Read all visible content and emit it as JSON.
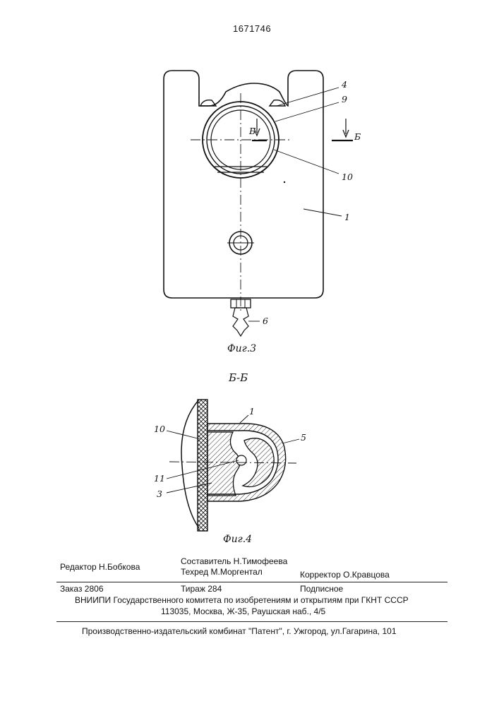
{
  "patent_number": "1671746",
  "figure3": {
    "caption": "Фиг.3",
    "labels": {
      "l4": "4",
      "l9": "9",
      "l10": "10",
      "l1": "1",
      "l6": "6",
      "section_mark": "Б"
    }
  },
  "figure4": {
    "section_title": "Б-Б",
    "caption": "Фиг.4",
    "labels": {
      "l1": "1",
      "l5": "5",
      "l10": "10",
      "l11": "11",
      "l3": "3"
    }
  },
  "footer": {
    "editor": "Редактор  Н.Бобкова",
    "compiler": "Составитель Н.Тимофеева",
    "techred": "Техред М.Моргентал",
    "corrector": "Корректор  О.Кравцова",
    "order": "Заказ  2806",
    "circulation": "Тираж  284",
    "subscription": "Подписное",
    "institute_line1": "ВНИИПИ Государственного комитета по изобретениям и открытиям при ГКНТ СССР",
    "institute_line2": "113035, Москва, Ж-35, Раушская наб., 4/5",
    "publisher": "Производственно-издательский комбинат \"Патент\", г. Ужгород, ул.Гагарина, 101"
  }
}
